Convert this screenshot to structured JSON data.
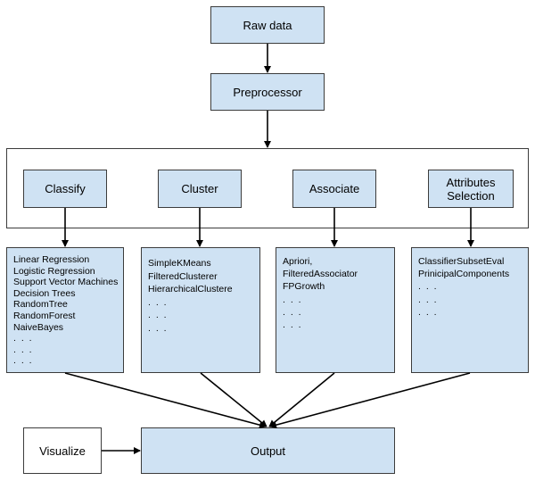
{
  "nodes": {
    "raw_data": "Raw data",
    "preprocessor": "Preprocessor",
    "classify": "Classify",
    "cluster": "Cluster",
    "associate": "Associate",
    "attributes_selection": [
      "Attributes",
      "Selection"
    ],
    "visualize": "Visualize",
    "output": "Output"
  },
  "lists": {
    "classify": [
      "Linear Regression",
      "Logistic Regression",
      "Support Vector Machines",
      "Decision Trees",
      "RandomTree",
      "RandomForest",
      "NaiveBayes",
      ". . .",
      ". . .",
      ". . ."
    ],
    "cluster": [
      "SimpleKMeans",
      "FilteredClusterer",
      "HierarchicalClustere",
      ". . .",
      ". . .",
      ". . ."
    ],
    "associate": [
      "Apriori,",
      "FilteredAssociator",
      "FPGrowth",
      ". . .",
      ". . .",
      ". . ."
    ],
    "attributes": [
      "ClassifierSubsetEval",
      "PrinicipalComponents",
      ". . .",
      ". . .",
      ". . ."
    ]
  }
}
